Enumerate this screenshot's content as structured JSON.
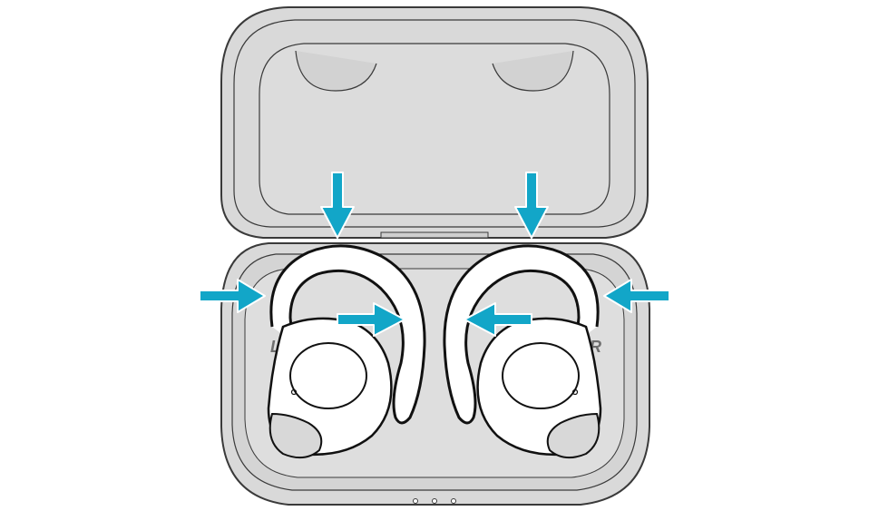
{
  "diagram": {
    "case_letters": {
      "left": "L",
      "right": "R"
    },
    "colors": {
      "case_fill": "#d9d9d9",
      "case_outline": "#3a3a3a",
      "earbud_fill": "#ffffff",
      "arrow": "#12a6c8"
    },
    "arrow_directions": [
      "down",
      "down",
      "right",
      "right",
      "left",
      "left"
    ]
  }
}
